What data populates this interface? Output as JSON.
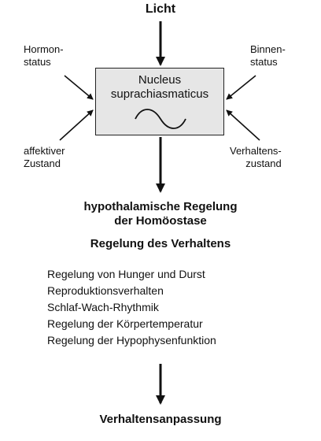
{
  "top_label": "Licht",
  "inputs": {
    "top_left": [
      "Hormon-",
      "status"
    ],
    "top_right": [
      "Binnen-",
      "status"
    ],
    "bottom_left": [
      "affektiver",
      "Zustand"
    ],
    "bottom_right": [
      "Verhaltens-",
      "zustand"
    ]
  },
  "nucleus": {
    "line1": "Nucleus",
    "line2": "suprachiasmaticus",
    "icon": "sine-wave-icon"
  },
  "regulation": {
    "title_line1": "hypothalamische Regelung",
    "title_line2": "der Homöostase",
    "subtitle": "Regelung des Verhaltens",
    "items": [
      "Regelung von Hunger und Durst",
      "Reproduktionsverhalten",
      "Schlaf-Wach-Rhythmik",
      "Regelung der Körpertemperatur",
      "Regelung der Hypophysenfunktion"
    ]
  },
  "bottom_label": "Verhaltensanpassung",
  "colors": {
    "box_fill": "#e6e6e6",
    "stroke": "#111111"
  }
}
